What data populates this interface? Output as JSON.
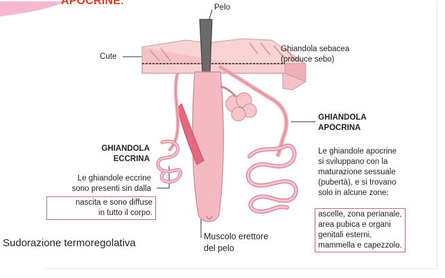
{
  "slide": {
    "title_text": "APOCRINE",
    "title_punct": ".",
    "caption": "Sudorazione termoregolativa"
  },
  "diagram": {
    "hair_label": "Pelo",
    "skin_label": "Cute",
    "sebaceous_line1": "Ghiandola sebacea",
    "sebaceous_line2": "(produce sebo)",
    "apocrine_title_line1": "GHIANDOLA",
    "apocrine_title_line2": "APOCRINA",
    "apocrine_desc": [
      "Le ghiandole apocrine",
      "si sviluppano con la",
      "maturazione sessuale",
      "(pubertà), e si trovano",
      "solo in alcune zone:"
    ],
    "apocrine_boxed": [
      "ascelle, zona perianale,",
      "area pubica e organi",
      "genitali esterni,",
      "mammella e capezzolo."
    ],
    "eccrine_title_line1": "GHIANDOLA",
    "eccrine_title_line2": "ECCRINA",
    "eccrine_desc": [
      "Le ghiandole eccrine",
      "sono presenti sin dalla"
    ],
    "eccrine_boxed": [
      "nascita e sono diffuse",
      "in tutto il corpo."
    ],
    "muscle_line1": "Muscolo erettore",
    "muscle_line2": "del pelo"
  },
  "colors": {
    "title_red": "#e8391d",
    "skin_pink": "#f4c2c6",
    "gland_pink": "#f2a9b3",
    "box_magenta": "#c06aa9"
  }
}
